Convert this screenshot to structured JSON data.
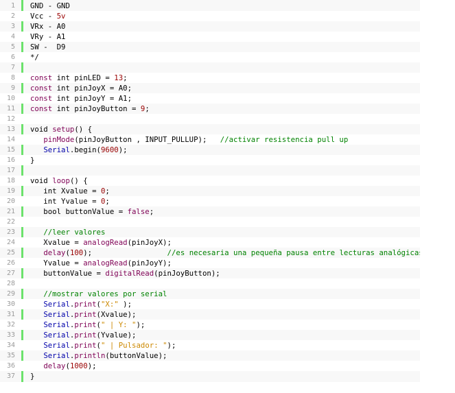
{
  "code_block": {
    "lines": [
      {
        "num": "1",
        "tokens": [
          {
            "t": "GND - GND",
            "c": "plain"
          }
        ]
      },
      {
        "num": "2",
        "tokens": [
          {
            "t": "Vcc - ",
            "c": "plain"
          },
          {
            "t": "5v",
            "c": "number"
          }
        ]
      },
      {
        "num": "3",
        "tokens": [
          {
            "t": "VRx - A0",
            "c": "plain"
          }
        ]
      },
      {
        "num": "4",
        "tokens": [
          {
            "t": "VRy - A1",
            "c": "plain"
          }
        ]
      },
      {
        "num": "5",
        "tokens": [
          {
            "t": "SW -  D9",
            "c": "plain"
          }
        ]
      },
      {
        "num": "6",
        "tokens": [
          {
            "t": "*/",
            "c": "plain"
          }
        ]
      },
      {
        "num": "7",
        "tokens": []
      },
      {
        "num": "8",
        "tokens": [
          {
            "t": "const",
            "c": "const"
          },
          {
            "t": " int pinLED = ",
            "c": "plain"
          },
          {
            "t": "13",
            "c": "number"
          },
          {
            "t": ";",
            "c": "plain"
          }
        ]
      },
      {
        "num": "9",
        "tokens": [
          {
            "t": "const",
            "c": "const"
          },
          {
            "t": " int pinJoyX = A0;",
            "c": "plain"
          }
        ]
      },
      {
        "num": "10",
        "tokens": [
          {
            "t": "const",
            "c": "const"
          },
          {
            "t": " int pinJoyY = A1;",
            "c": "plain"
          }
        ]
      },
      {
        "num": "11",
        "tokens": [
          {
            "t": "const",
            "c": "const"
          },
          {
            "t": " int pinJoyButton = ",
            "c": "plain"
          },
          {
            "t": "9",
            "c": "number"
          },
          {
            "t": ";",
            "c": "plain"
          }
        ]
      },
      {
        "num": "12",
        "tokens": []
      },
      {
        "num": "13",
        "tokens": [
          {
            "t": "void ",
            "c": "plain"
          },
          {
            "t": "setup",
            "c": "function"
          },
          {
            "t": "() {",
            "c": "plain"
          }
        ]
      },
      {
        "num": "14",
        "tokens": [
          {
            "t": "   ",
            "c": "plain"
          },
          {
            "t": "pinMode",
            "c": "function"
          },
          {
            "t": "(pinJoyButton , INPUT_PULLUP);   ",
            "c": "plain"
          },
          {
            "t": "//activar resistencia pull up",
            "c": "comment"
          }
        ]
      },
      {
        "num": "15",
        "tokens": [
          {
            "t": "   ",
            "c": "plain"
          },
          {
            "t": "Serial",
            "c": "object"
          },
          {
            "t": ".begin(",
            "c": "plain"
          },
          {
            "t": "9600",
            "c": "number"
          },
          {
            "t": ");",
            "c": "plain"
          }
        ]
      },
      {
        "num": "16",
        "tokens": [
          {
            "t": "}",
            "c": "plain"
          }
        ]
      },
      {
        "num": "17",
        "tokens": []
      },
      {
        "num": "18",
        "tokens": [
          {
            "t": "void ",
            "c": "plain"
          },
          {
            "t": "loop",
            "c": "function"
          },
          {
            "t": "() {",
            "c": "plain"
          }
        ]
      },
      {
        "num": "19",
        "tokens": [
          {
            "t": "   int Xvalue = ",
            "c": "plain"
          },
          {
            "t": "0",
            "c": "number"
          },
          {
            "t": ";",
            "c": "plain"
          }
        ]
      },
      {
        "num": "20",
        "tokens": [
          {
            "t": "   int Yvalue = ",
            "c": "plain"
          },
          {
            "t": "0",
            "c": "number"
          },
          {
            "t": ";",
            "c": "plain"
          }
        ]
      },
      {
        "num": "21",
        "tokens": [
          {
            "t": "   bool buttonValue = ",
            "c": "plain"
          },
          {
            "t": "false",
            "c": "const"
          },
          {
            "t": ";",
            "c": "plain"
          }
        ]
      },
      {
        "num": "22",
        "tokens": []
      },
      {
        "num": "23",
        "tokens": [
          {
            "t": "   ",
            "c": "plain"
          },
          {
            "t": "//leer valores",
            "c": "comment"
          }
        ]
      },
      {
        "num": "24",
        "tokens": [
          {
            "t": "   Xvalue = ",
            "c": "plain"
          },
          {
            "t": "analogRead",
            "c": "function"
          },
          {
            "t": "(pinJoyX);",
            "c": "plain"
          }
        ]
      },
      {
        "num": "25",
        "tokens": [
          {
            "t": "   ",
            "c": "plain"
          },
          {
            "t": "delay",
            "c": "function"
          },
          {
            "t": "(",
            "c": "plain"
          },
          {
            "t": "100",
            "c": "number"
          },
          {
            "t": ");                 ",
            "c": "plain"
          },
          {
            "t": "//es necesaria una pequeña pausa entre lecturas analógicas",
            "c": "comment"
          }
        ]
      },
      {
        "num": "26",
        "tokens": [
          {
            "t": "   Yvalue = ",
            "c": "plain"
          },
          {
            "t": "analogRead",
            "c": "function"
          },
          {
            "t": "(pinJoyY);",
            "c": "plain"
          }
        ]
      },
      {
        "num": "27",
        "tokens": [
          {
            "t": "   buttonValue = ",
            "c": "plain"
          },
          {
            "t": "digitalRead",
            "c": "function"
          },
          {
            "t": "(pinJoyButton);",
            "c": "plain"
          }
        ]
      },
      {
        "num": "28",
        "tokens": []
      },
      {
        "num": "29",
        "tokens": [
          {
            "t": "   ",
            "c": "plain"
          },
          {
            "t": "//mostrar valores por serial",
            "c": "comment"
          }
        ]
      },
      {
        "num": "30",
        "tokens": [
          {
            "t": "   ",
            "c": "plain"
          },
          {
            "t": "Serial",
            "c": "object"
          },
          {
            "t": ".",
            "c": "plain"
          },
          {
            "t": "print",
            "c": "function"
          },
          {
            "t": "(",
            "c": "plain"
          },
          {
            "t": "\"X:\"",
            "c": "string"
          },
          {
            "t": " );",
            "c": "plain"
          }
        ]
      },
      {
        "num": "31",
        "tokens": [
          {
            "t": "   ",
            "c": "plain"
          },
          {
            "t": "Serial",
            "c": "object"
          },
          {
            "t": ".",
            "c": "plain"
          },
          {
            "t": "print",
            "c": "function"
          },
          {
            "t": "(Xvalue);",
            "c": "plain"
          }
        ]
      },
      {
        "num": "32",
        "tokens": [
          {
            "t": "   ",
            "c": "plain"
          },
          {
            "t": "Serial",
            "c": "object"
          },
          {
            "t": ".",
            "c": "plain"
          },
          {
            "t": "print",
            "c": "function"
          },
          {
            "t": "(",
            "c": "plain"
          },
          {
            "t": "\" | Y: \"",
            "c": "string"
          },
          {
            "t": ");",
            "c": "plain"
          }
        ]
      },
      {
        "num": "33",
        "tokens": [
          {
            "t": "   ",
            "c": "plain"
          },
          {
            "t": "Serial",
            "c": "object"
          },
          {
            "t": ".",
            "c": "plain"
          },
          {
            "t": "print",
            "c": "function"
          },
          {
            "t": "(Yvalue);",
            "c": "plain"
          }
        ]
      },
      {
        "num": "34",
        "tokens": [
          {
            "t": "   ",
            "c": "plain"
          },
          {
            "t": "Serial",
            "c": "object"
          },
          {
            "t": ".",
            "c": "plain"
          },
          {
            "t": "print",
            "c": "function"
          },
          {
            "t": "(",
            "c": "plain"
          },
          {
            "t": "\" | Pulsador: \"",
            "c": "string"
          },
          {
            "t": ");",
            "c": "plain"
          }
        ]
      },
      {
        "num": "35",
        "tokens": [
          {
            "t": "   ",
            "c": "plain"
          },
          {
            "t": "Serial",
            "c": "object"
          },
          {
            "t": ".",
            "c": "plain"
          },
          {
            "t": "println",
            "c": "function"
          },
          {
            "t": "(buttonValue);",
            "c": "plain"
          }
        ]
      },
      {
        "num": "36",
        "tokens": [
          {
            "t": "   ",
            "c": "plain"
          },
          {
            "t": "delay",
            "c": "function"
          },
          {
            "t": "(",
            "c": "plain"
          },
          {
            "t": "1000",
            "c": "number"
          },
          {
            "t": ");",
            "c": "plain"
          }
        ]
      },
      {
        "num": "37",
        "tokens": [
          {
            "t": "}",
            "c": "plain"
          }
        ]
      }
    ]
  },
  "colors": {
    "gutter_bar": "#6ce26c",
    "line_number": "#9a9a9a",
    "keyword": "#7f0055",
    "number": "#990000",
    "string": "#cc8800",
    "object": "#0000aa",
    "comment": "#008200",
    "background_odd": "#f8f8f8",
    "background_even": "#ffffff"
  }
}
